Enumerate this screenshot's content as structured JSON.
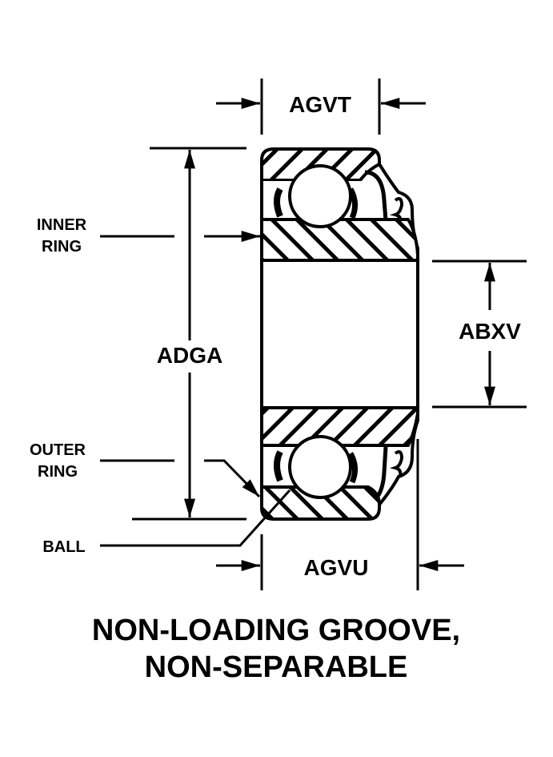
{
  "diagram": {
    "type": "bearing cross-section",
    "caption": {
      "line1": "NON-LOADING GROOVE,",
      "line2": "NON-SEPARABLE"
    },
    "dimensions": {
      "top_width": "AGVT",
      "bottom_width": "AGVU",
      "outer_diameter": "ADGA",
      "bore_diameter": "ABXV"
    },
    "callouts": {
      "inner_ring": [
        "INNER",
        "RING"
      ],
      "outer_ring": [
        "OUTER",
        "RING"
      ],
      "ball": "BALL"
    },
    "colors": {
      "ink": "#000000",
      "background": "#ffffff"
    }
  }
}
